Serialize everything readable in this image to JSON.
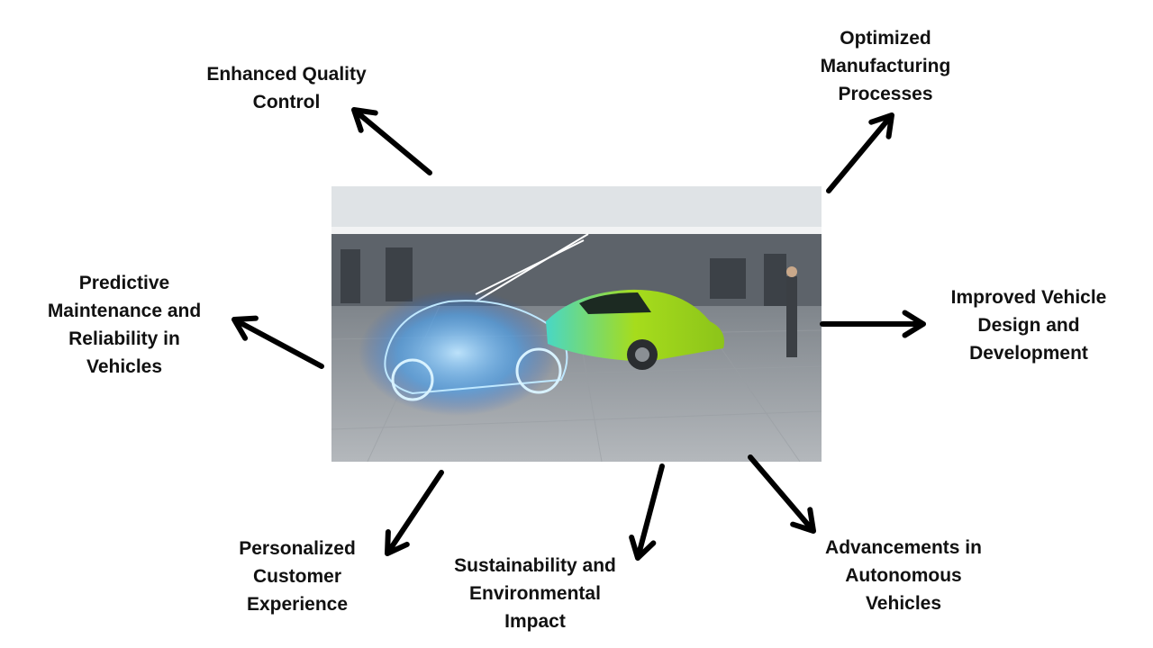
{
  "center_image": {
    "description_icon": "factory-cars-photo"
  },
  "labels": {
    "quality": [
      "Enhanced Quality",
      "Control"
    ],
    "manufacturing": [
      "Optimized",
      "Manufacturing",
      "Processes"
    ],
    "predictive": [
      "Predictive",
      "Maintenance and",
      "Reliability in",
      "Vehicles"
    ],
    "design": [
      "Improved Vehicle",
      "Design and",
      "Development"
    ],
    "customer": [
      "Personalized",
      "Customer",
      "Experience"
    ],
    "sustainability": [
      "Sustainability and",
      "Environmental",
      "Impact"
    ],
    "autonomous": [
      "Advancements in",
      "Autonomous",
      "Vehicles"
    ]
  },
  "colors": {
    "arrow": "#000000",
    "text": "#111111",
    "wireframe": "#4fb3ff",
    "green_car": "#9ad21e"
  }
}
